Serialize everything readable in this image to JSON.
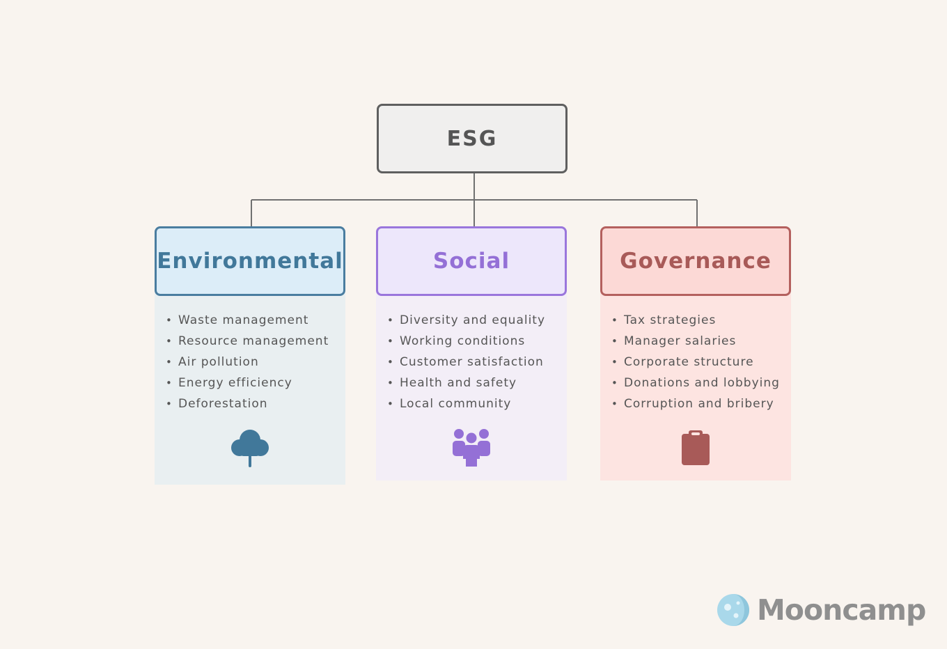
{
  "root": {
    "label": "ESG"
  },
  "columns": [
    {
      "title": "Environmental",
      "items": [
        "Waste management",
        "Resource management",
        "Air pollution",
        "Energy efficiency",
        "Deforestation"
      ],
      "icon": "tree-icon",
      "color": "#41789a"
    },
    {
      "title": "Social",
      "items": [
        "Diversity and equality",
        "Working conditions",
        "Customer satisfaction",
        "Health and safety",
        "Local community"
      ],
      "icon": "people-group-icon",
      "color": "#9470d6"
    },
    {
      "title": "Governance",
      "items": [
        "Tax strategies",
        "Manager salaries",
        "Corporate structure",
        "Donations and lobbying",
        "Corruption and bribery"
      ],
      "icon": "clipboard-icon",
      "color": "#a85a58"
    }
  ],
  "brand": {
    "name": "Mooncamp"
  }
}
